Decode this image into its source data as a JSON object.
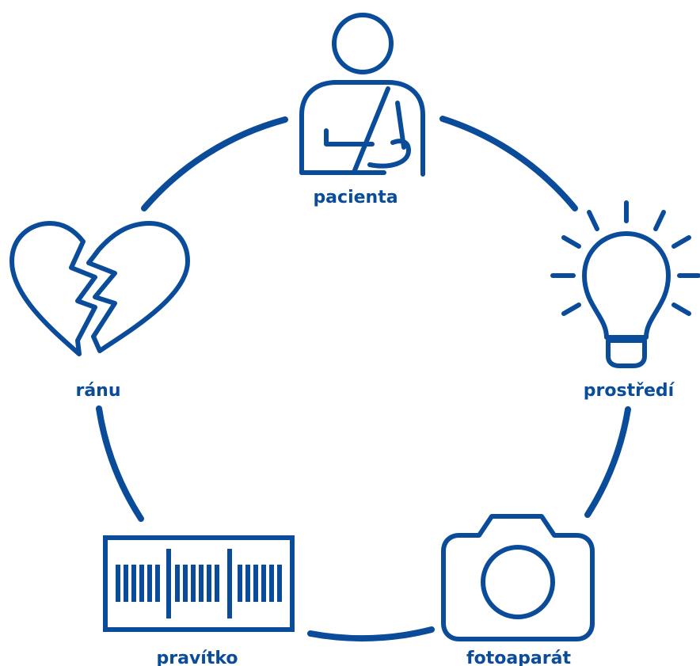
{
  "colors": {
    "primary": "#0a4c9a",
    "background": "#ffffff"
  },
  "nodes": [
    {
      "id": "patient",
      "label": "pacienta",
      "icon": "patient-arm-sling-icon"
    },
    {
      "id": "environment",
      "label": "prostředí",
      "icon": "light-bulb-icon"
    },
    {
      "id": "camera",
      "label": "fotoaparát",
      "icon": "camera-icon"
    },
    {
      "id": "ruler",
      "label": "pravítko",
      "icon": "ruler-icon"
    },
    {
      "id": "wound",
      "label": "ránu",
      "icon": "broken-heart-icon"
    }
  ]
}
